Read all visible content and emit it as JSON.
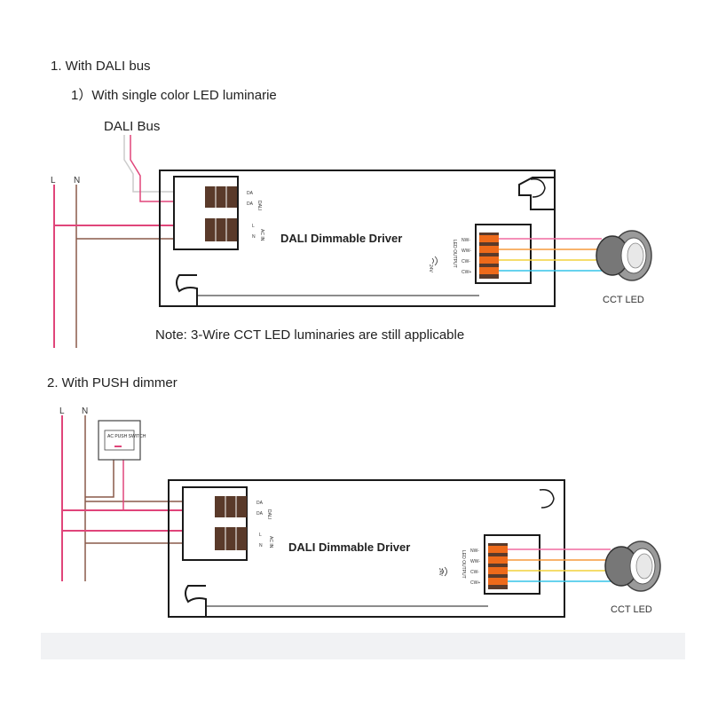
{
  "section1": {
    "heading": "1. With DALI bus",
    "subheading": "1）With single color LED luminarie",
    "bus_label": "DALI Bus",
    "line_L": "L",
    "line_N": "N",
    "driver_title": "DALI Dimmable Driver",
    "dali_terms": [
      "DA",
      "DA"
    ],
    "dali_group_label": "DALI",
    "ac_terms": [
      "L",
      "N"
    ],
    "ac_group_label": "AC IN",
    "output_group_label": "LED OUTPUT",
    "output_terms": [
      "NW-",
      "WW-",
      "CW-",
      "CW+"
    ],
    "wireless_label": "24V",
    "led_label": "CCT LED",
    "note": "Note: 3-Wire CCT LED luminaries are still applicable"
  },
  "section2": {
    "heading": "2. With PUSH dimmer",
    "line_L": "L",
    "line_N": "N",
    "switch_label": "AC PUSH SWITCH",
    "driver_title": "DALI Dimmable Driver",
    "dali_terms": [
      "DA",
      "DA"
    ],
    "dali_group_label": "DALI",
    "ac_terms": [
      "L",
      "N"
    ],
    "ac_group_label": "AC IN",
    "output_group_label": "LED OUTPUT",
    "output_terms": [
      "NW-",
      "WW-",
      "CW-",
      "CW+"
    ],
    "wireless_label": "24V",
    "led_label": "CCT LED"
  },
  "colors": {
    "live_wire": "#e0457a",
    "neutral_wire": "#8a5a4a",
    "dali_wire": "#cccccc",
    "out_orange": "#f59a3c",
    "out_yellow": "#f2d23c",
    "out_cyan": "#35c3e8",
    "out_pink": "#f06aa0",
    "terminal_dark": "#5a3a2a",
    "terminal_orange": "#ee6a1a"
  }
}
